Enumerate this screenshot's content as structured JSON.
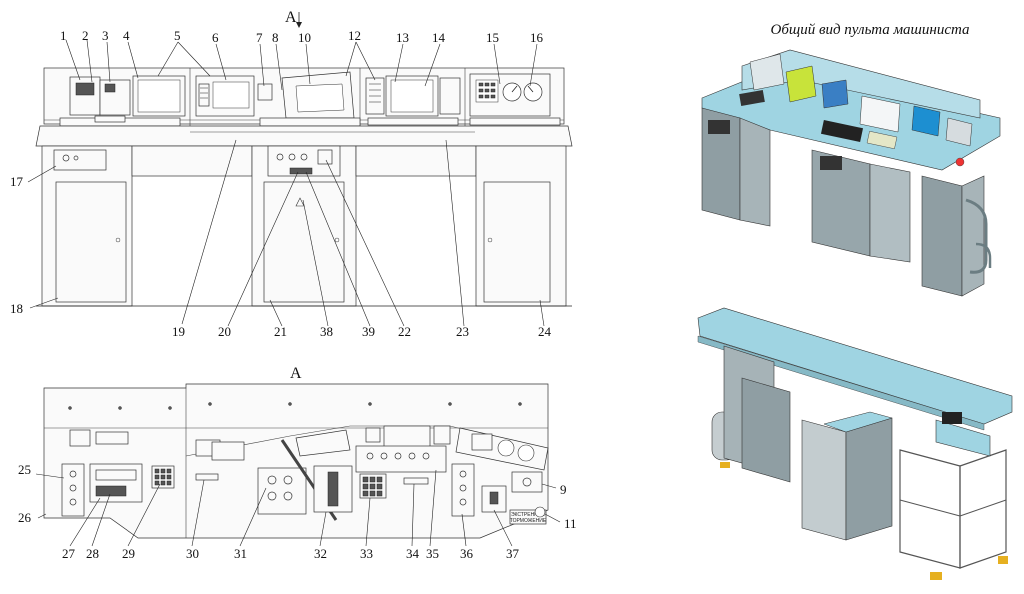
{
  "title": "Общий вид пульта машиниста",
  "view_label_top": "A",
  "view_label_bottom": "A",
  "emergency_label_1": "ЭКСТРЕННОЕ",
  "emergency_label_2": "ТОРМОЖЕНИЕ",
  "labels": [
    "1",
    "2",
    "3",
    "4",
    "5",
    "6",
    "7",
    "8",
    "10",
    "12",
    "13",
    "14",
    "15",
    "16",
    "17",
    "18",
    "19",
    "20",
    "21",
    "38",
    "39",
    "22",
    "23",
    "24",
    "25",
    "26",
    "27",
    "28",
    "29",
    "30",
    "31",
    "32",
    "33",
    "34",
    "35",
    "36",
    "37",
    "9",
    "11"
  ],
  "colors": {
    "console_top": "#9fd4e2",
    "console_body": "#8f9ea3",
    "screen_green": "#c8e33a",
    "screen_blue": "#3a7fc4",
    "line": "#222222"
  }
}
